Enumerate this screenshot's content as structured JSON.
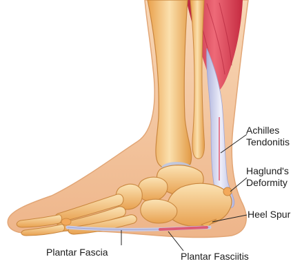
{
  "labels": {
    "achilles_line1": "Achilles",
    "achilles_line2": "Tendonitis",
    "haglund_line1": "Haglund's",
    "haglund_line2": "Deformity",
    "heel_spur": "Heel Spur",
    "plantar_fascia": "Plantar Fascia",
    "plantar_fasciitis": "Plantar Fasciitis"
  },
  "colors": {
    "skin": "#f3c49a",
    "skin_edge": "#e2a676",
    "bone": "#f0b15c",
    "bone_light": "#fbe3b4",
    "bone_edge": "#c9863e",
    "muscle": "#d8334a",
    "tendon": "#c9cbe6",
    "cartilage": "#b9c6e8",
    "fascia_inflamed": "#e0506a"
  }
}
